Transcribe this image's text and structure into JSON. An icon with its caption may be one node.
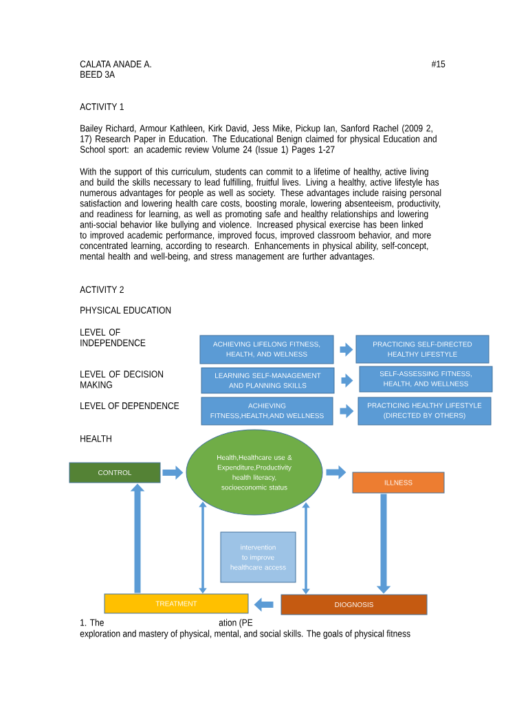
{
  "diagram": {
    "nodes": [
      {
        "text": [
          "ACHIEVING LIFELONG FITNESS, HEALTH, AND WELNESS"
        ]
      },
      {
        "text": [
          "PRACTICING SELF-DIRECTED HEALTHY LIFESTYLE"
        ]
      },
      {
        "text": [
          "LEARNING SELF-MANAGEMENT AND PLANNING SKILLS"
        ]
      },
      {
        "text": [
          "SELF-ASSESSING FITNESS, HEALTH, AND WELLNESS"
        ]
      },
      {
        "text": [
          "ACHIEVING FITNESS,HEALTH,AND WELLNESS"
        ]
      },
      {
        "text": [
          "PRACTICING HEALTHY LIFESTYLE (DIRECTED BY OTHERS)"
        ]
      },
      {
        "text": [
          "CONTROL"
        ]
      },
      {
        "text": [
          "Health,Healthcare use & Expenditure,Productivity health literacy, socioeconomic status"
        ]
      },
      {
        "text": [
          "ILLNESS"
        ]
      },
      {
        "text": [
          "intervention to improve healthcare access"
        ]
      },
      {
        "text": [
          "TREATMENT"
        ]
      },
      {
        "text": [
          "DIOGNOSIS"
        ]
      }
    ],
    "edges": [
      {
        "from": 0,
        "to": 1,
        "arrow": "to"
      },
      {
        "from": 2,
        "to": 3,
        "arrow": "to"
      },
      {
        "from": 4,
        "to": 5,
        "arrow": "to"
      },
      {
        "from": 6,
        "to": 7,
        "arrow": "to"
      },
      {
        "from": 7,
        "to": 8,
        "arrow": "to"
      },
      {
        "from": 8,
        "to": 11,
        "arrow": "to"
      },
      {
        "from": 11,
        "to": 10,
        "arrow": "to"
      },
      {
        "from": 10,
        "to": 6,
        "arrow": "to"
      },
      {
        "from": 7,
        "to": 10,
        "arrow": "both"
      },
      {
        "from": 7,
        "to": 11,
        "arrow": "both"
      }
    ],
    "labels": [
      "CALATA ANADE A.",
      "#15",
      "BEED 3A",
      "ACTIVITY 1",
      "Bailey Richard, Armour Kathleen, Kirk David, Jess Mike, Pickup Ian, Sanford Rachel (2009 2, 17) Research Paper in Education. The Educational Benign claimed for physical Education and School sport: an academic review Volume 24 (Issue 1) Pages 1-27",
      "With the support of this curriculum, students can commit to a lifetime of healthy, active living and build the skills necessary to lead fulfilling, fruitful lives. Living a healthy, active lifestyle has numerous advantages for people as well as society. These advantages include raising personal satisfaction and lowering health care costs, boosting morale, lowering absenteeism, productivity, and readiness for learning, as well as promoting safe and healthy relationships and lowering anti-social behavior like bullying and violence. Increased physical exercise has been linked to improved academic performance, improved focus, improved classroom behavior, and more concentrated learning, according to research. Enhancements in physical ability, self-concept, mental health and well-being, and stress management are further advantages.",
      "ACTIVITY 2",
      "PHYSICAL EDUCATION",
      "LEVEL OF INDEPENDENCE",
      "LEVEL OF DECISION MAKING",
      "LEVEL OF DEPENDENCE",
      "HEALTH",
      "1. The",
      "ation (PE",
      "exploration and mastery of physical, mental, and social skills. The goals of physical fitness"
    ]
  }
}
